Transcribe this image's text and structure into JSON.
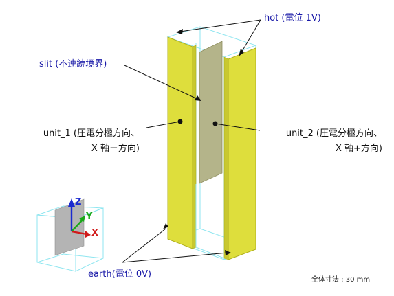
{
  "labels": {
    "hot": "hot (電位 1V)",
    "slit": "slit (不連続境界)",
    "unit1_line1": "unit_1 (圧電分極方向、",
    "unit1_line2": "X 軸－方向)",
    "unit2_line1": "unit_2 (圧電分極方向、",
    "unit2_line2": "X 軸+方向)",
    "earth": "earth(電位 0V)",
    "dimension": "全体寸法 : 30 mm"
  },
  "axes": {
    "z": "Z",
    "y": "Y",
    "x": "X"
  },
  "colors": {
    "electrode": "#dede3c",
    "electrode_edge": "#b0b020",
    "slit": "#b4b48a",
    "wireframe": "#8fe6f0",
    "label_blue": "#1a1aa8",
    "axis_z": "#1a2ad0",
    "axis_y": "#1aa81a",
    "axis_x": "#d01a1a"
  }
}
